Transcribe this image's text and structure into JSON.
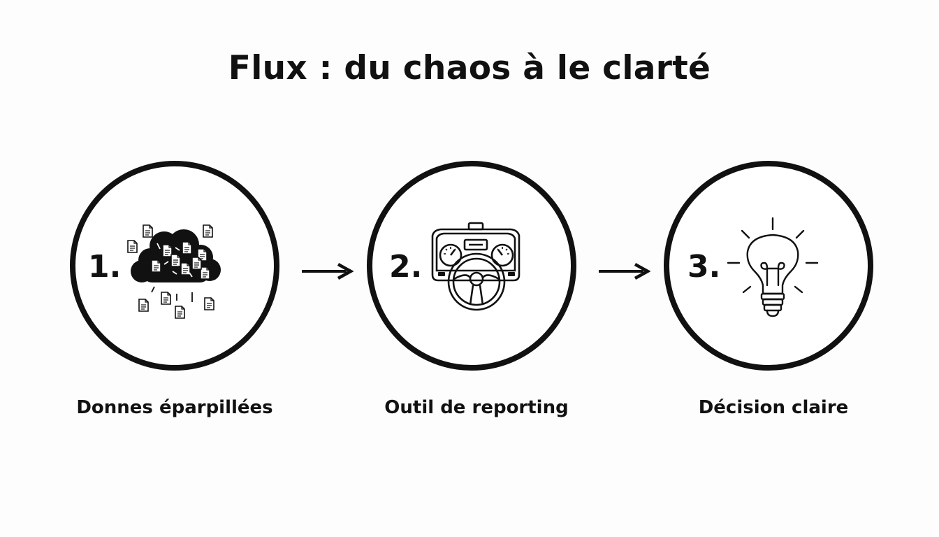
{
  "title": "Flux : du chaos à le clarté",
  "steps": [
    {
      "number": "1.",
      "label": "Donnes éparpillées",
      "icon": "scattered-data-cloud-icon"
    },
    {
      "number": "2.",
      "label": "Outil de reporting",
      "icon": "dashboard-steering-wheel-icon"
    },
    {
      "number": "3.",
      "label": "Décision claire",
      "icon": "lightbulb-icon"
    }
  ],
  "arrows": [
    "arrow-right-icon",
    "arrow-right-icon"
  ],
  "colors": {
    "stroke": "#111111",
    "background": "#fdfdfd"
  }
}
